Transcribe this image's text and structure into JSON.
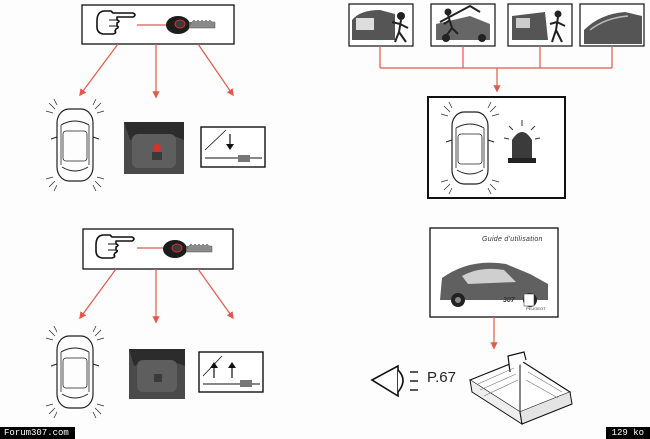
{
  "footer": {
    "site": "Forum307.com",
    "size": "129 ko"
  },
  "manual": {
    "title": "Guide d'utilisation",
    "model": "307",
    "brand": "PEUGEOT"
  },
  "page_reference": "P.67",
  "colors": {
    "arrow": "#e05a4c",
    "line": "#111111",
    "led": "#d6312b"
  },
  "icons": {
    "hand": "pointing-hand-icon",
    "key": "remote-key-icon",
    "car_top": "car-top-view-icon",
    "door_lock": "door-lock-button-icon",
    "window": "window-closing-icon",
    "alarm": "alarm-siren-icon",
    "headlamp": "headlamp-icon",
    "booklet": "owners-manual-icon"
  }
}
